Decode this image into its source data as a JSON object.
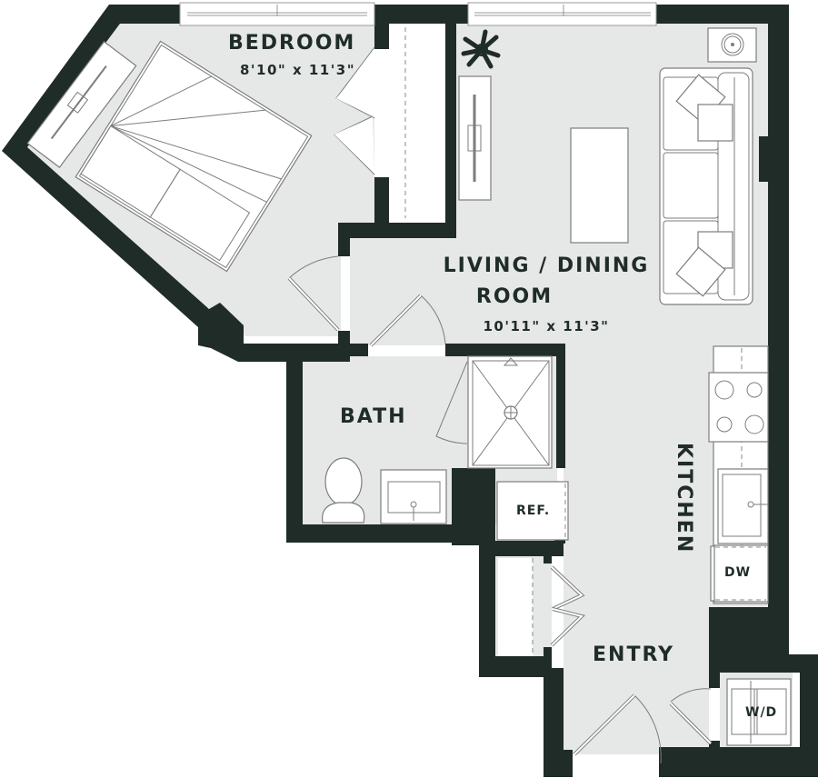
{
  "plan": {
    "colors": {
      "wall": "#1f2c28",
      "floor": "#e6e7e7",
      "fixture": "#ffffff",
      "line": "#7d7d7d"
    },
    "rooms": {
      "bedroom": {
        "name": "BEDROOM",
        "dimensions": "8'10\" x 11'3\""
      },
      "living": {
        "name_line1": "LIVING / DINING",
        "name_line2": "ROOM",
        "dimensions": "10'11\" x 11'3\""
      },
      "bath": {
        "name": "BATH"
      },
      "kitchen": {
        "name": "KITCHEN"
      },
      "entry": {
        "name": "ENTRY"
      }
    },
    "appliances": {
      "refrigerator": "REF.",
      "dishwasher": "DW",
      "washer_dryer": "W/D"
    },
    "icons": [
      "bed-icon",
      "desk-icon",
      "plant-icon",
      "tv-console-icon",
      "coffee-table-icon",
      "sofa-icon",
      "side-table-lamp-icon",
      "shower-icon",
      "toilet-icon",
      "sink-icon",
      "cooktop-icon",
      "kitchen-sink-icon",
      "closet-icon",
      "window-icon",
      "door-icon"
    ]
  }
}
